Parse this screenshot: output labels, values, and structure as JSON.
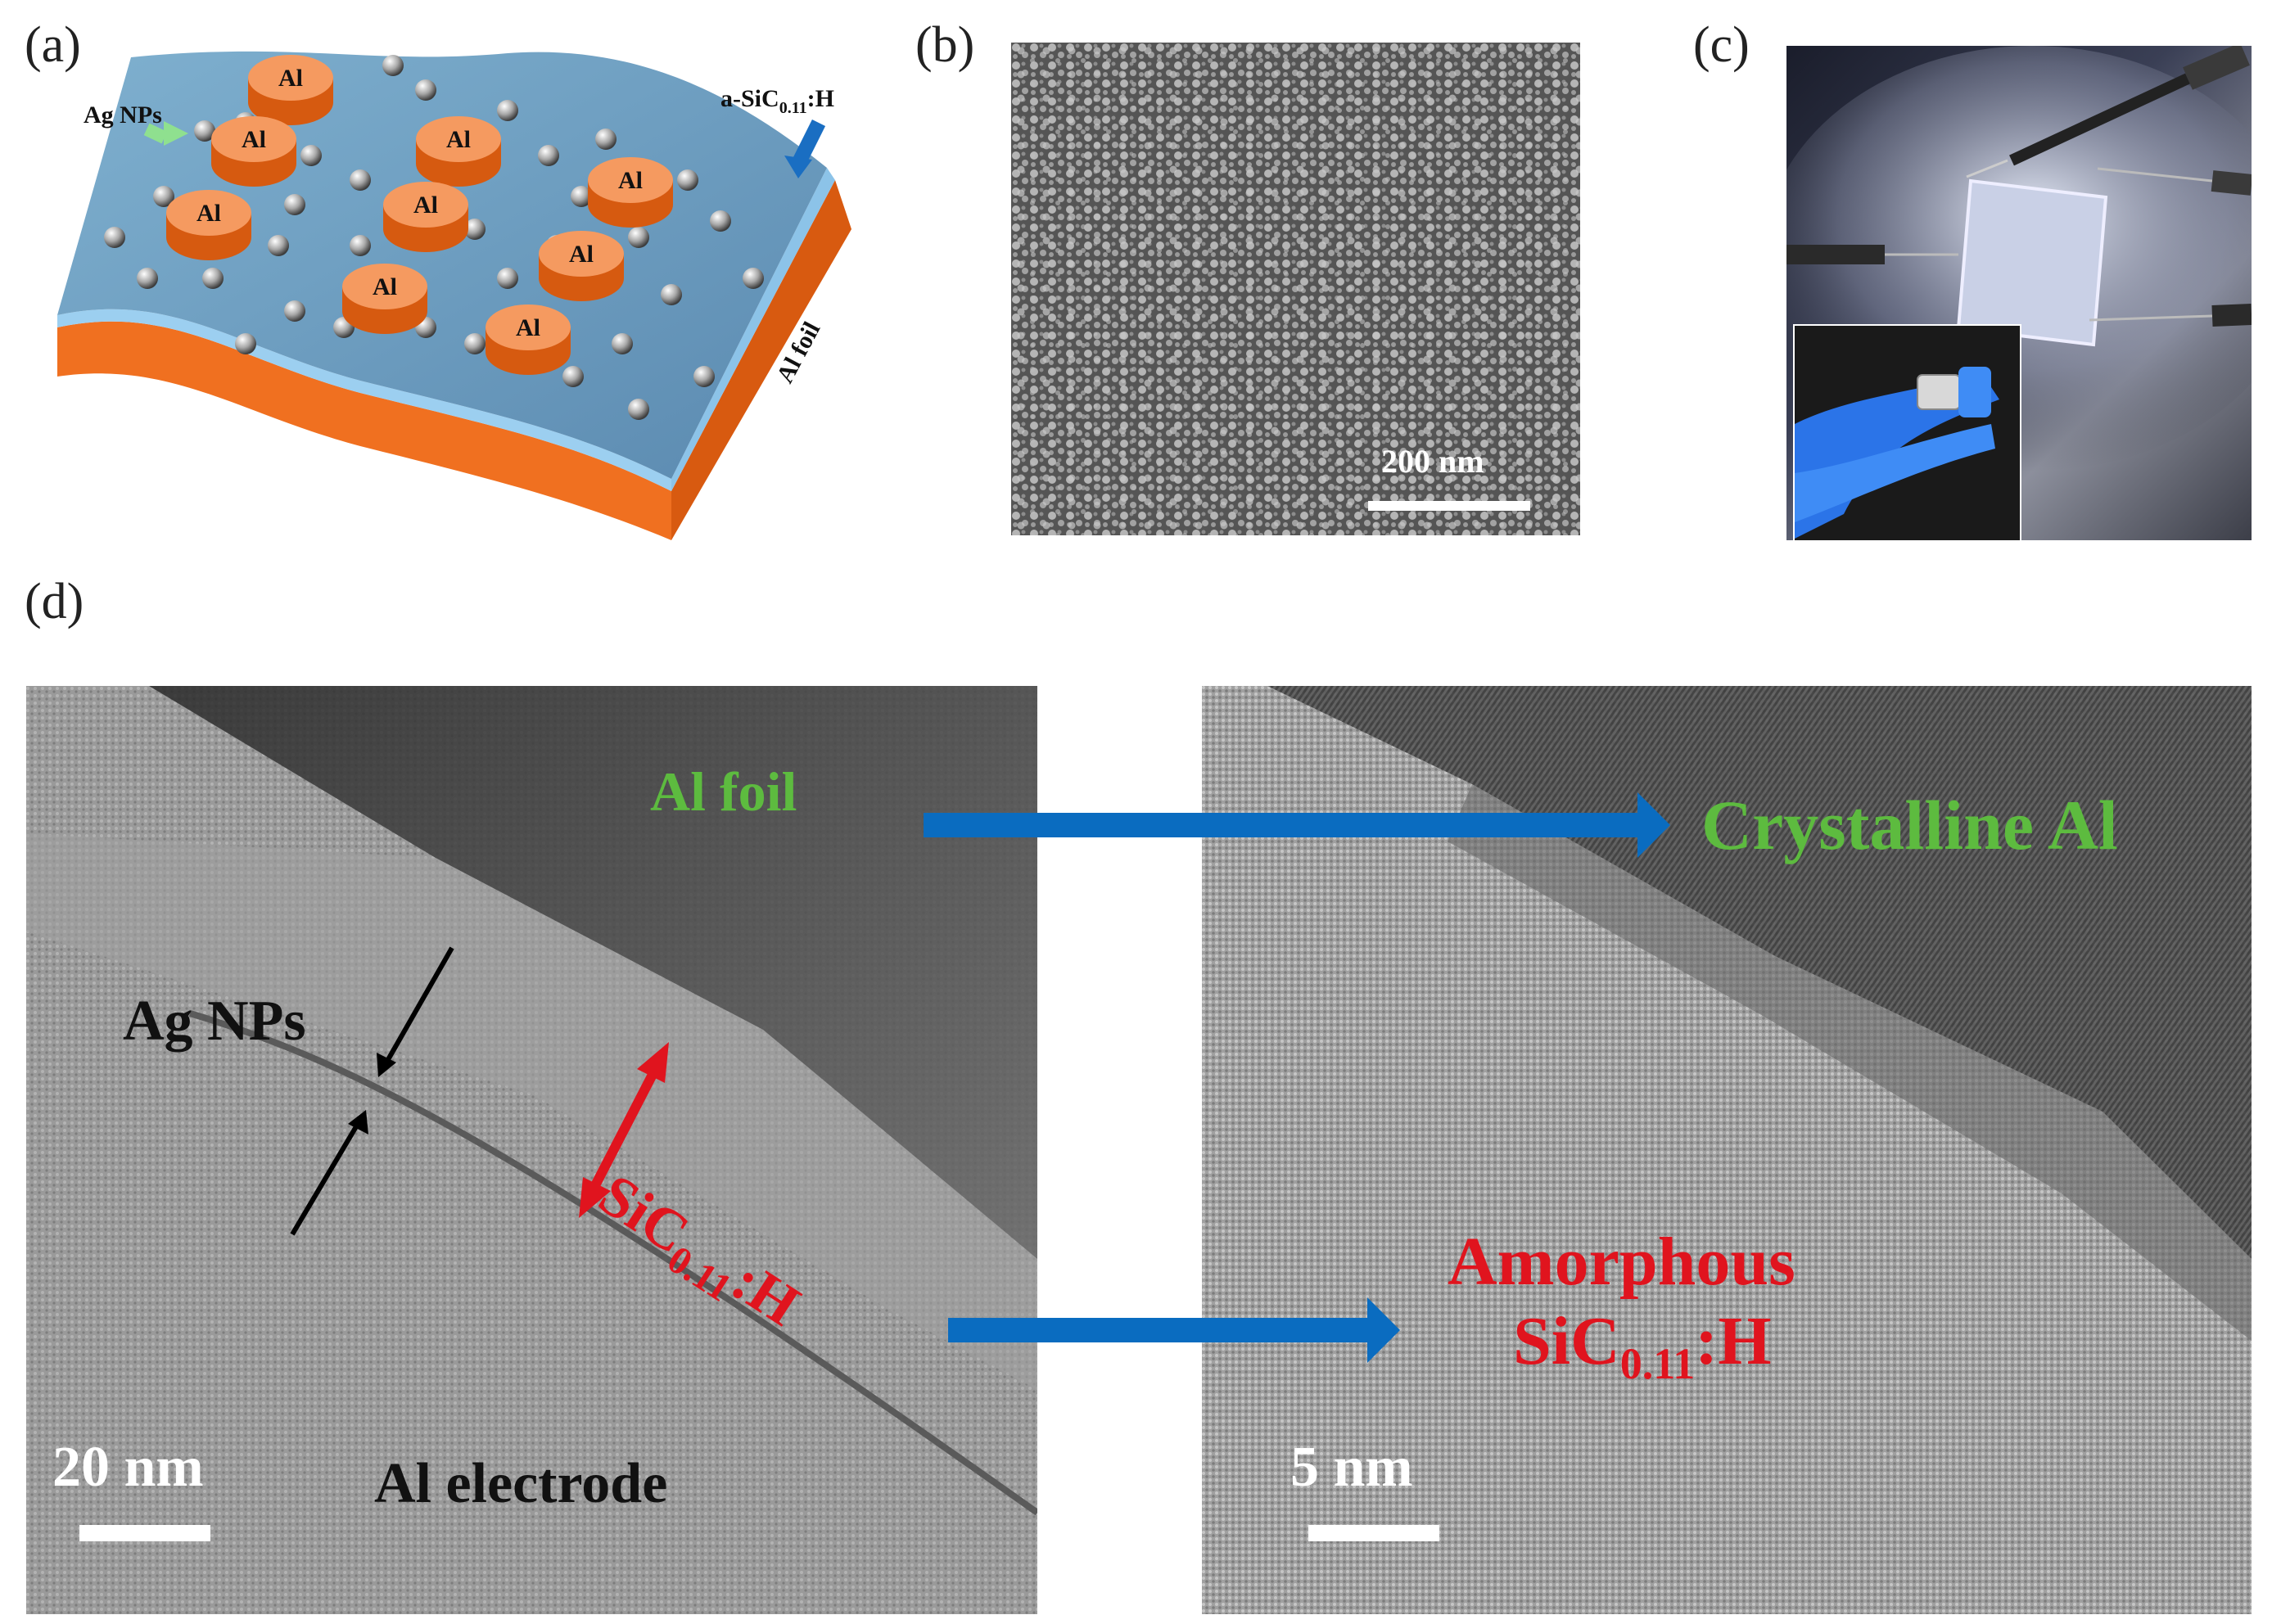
{
  "panels": {
    "a": {
      "label": "(a)",
      "ag_label": "Ag NPs",
      "film_label_main": "a-SiC",
      "film_label_sub": "0.11",
      "film_label_tail": ":H",
      "disk_label": "Al",
      "foil_label": "Al foil"
    },
    "b": {
      "label": "(b)",
      "scale_label": "200 nm"
    },
    "c": {
      "label": "(c)"
    },
    "d": {
      "label": "(d)",
      "left": {
        "al_foil": "Al foil",
        "ag_nps": "Ag NPs",
        "sic_main": "SiC",
        "sic_sub": "0.11",
        "sic_tail": ":H",
        "electrode": "Al electrode",
        "scale_label": "20 nm"
      },
      "right": {
        "crystalline": "Crystalline Al",
        "amorphous": "Amorphous",
        "sic_main": "SiC",
        "sic_sub": "0.11",
        "sic_tail": ":H",
        "scale_label": "5 nm"
      }
    }
  },
  "colors": {
    "green_label": "#5dbb3f",
    "red_label": "#e0141e",
    "arrow_blue": "#0a6cc0",
    "film_blue": "#6f9fc0",
    "foil_orange": "#f07020"
  }
}
